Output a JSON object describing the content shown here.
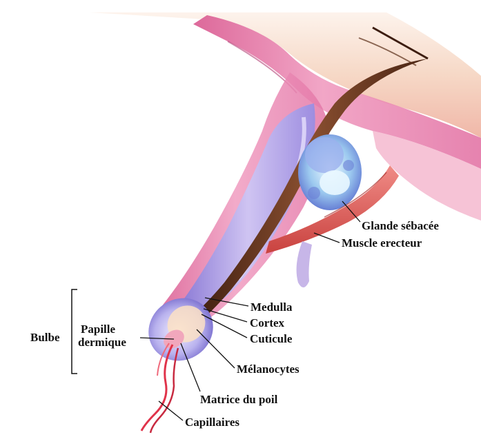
{
  "labels": {
    "glande": "Glande sébacée",
    "muscle": "Muscle erecteur",
    "medulla": "Medulla",
    "cortex": "Cortex",
    "cuticule": "Cuticule",
    "bulbe": "Bulbe",
    "papille_line1": "Papille",
    "papille_line2": "dermique",
    "melanocytes": "Mélanocytes",
    "matrice": "Matrice du poil",
    "capillaires": "Capillaires"
  },
  "colors": {
    "skin_surface": "#f3d0b8",
    "epidermis": "#e88fb4",
    "dermis_pink": "#f4b8cf",
    "follicle_sheath": "#b4a3e0",
    "follicle_light": "#ddd4f4",
    "hair_shaft": "#6b3a22",
    "gland_blue": "#8fb4e8",
    "gland_light": "#d8eefa",
    "muscle_red": "#e06a6a",
    "capillary_red": "#e0334a",
    "leader": "#111111"
  }
}
